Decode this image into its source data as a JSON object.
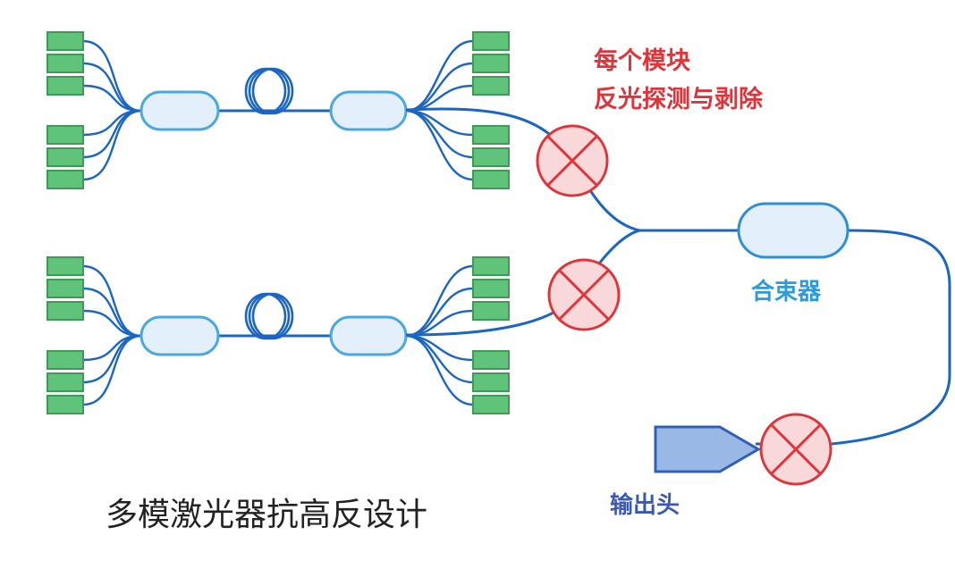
{
  "labels": {
    "module_note_line1": "每个模块",
    "module_note_line2": "反光探测与剥除",
    "combiner": "合束器",
    "output_head": "输出头",
    "caption": "多模激光器抗高反设计"
  },
  "colors": {
    "fiber": "#1a66c2",
    "pump_diode": "#5fc379",
    "coupler": "#49a8df",
    "stripper": "#e0343a",
    "note_text": "#e0343a",
    "combiner_text": "#2a9be0",
    "output_head": "#9ab8e6"
  },
  "components": {
    "modules": [
      {
        "name": "module-1",
        "left_diodes": 6,
        "right_diodes": 6,
        "has_fiber_coil": true
      },
      {
        "name": "module-2",
        "left_diodes": 6,
        "right_diodes": 6,
        "has_fiber_coil": true
      }
    ],
    "strippers": [
      "module-1-output",
      "module-2-output",
      "output"
    ],
    "icons": [
      "pump-diode-icon",
      "coupler-icon",
      "fiber-coil-icon",
      "stripper-icon",
      "combiner-icon",
      "output-head-icon"
    ]
  }
}
